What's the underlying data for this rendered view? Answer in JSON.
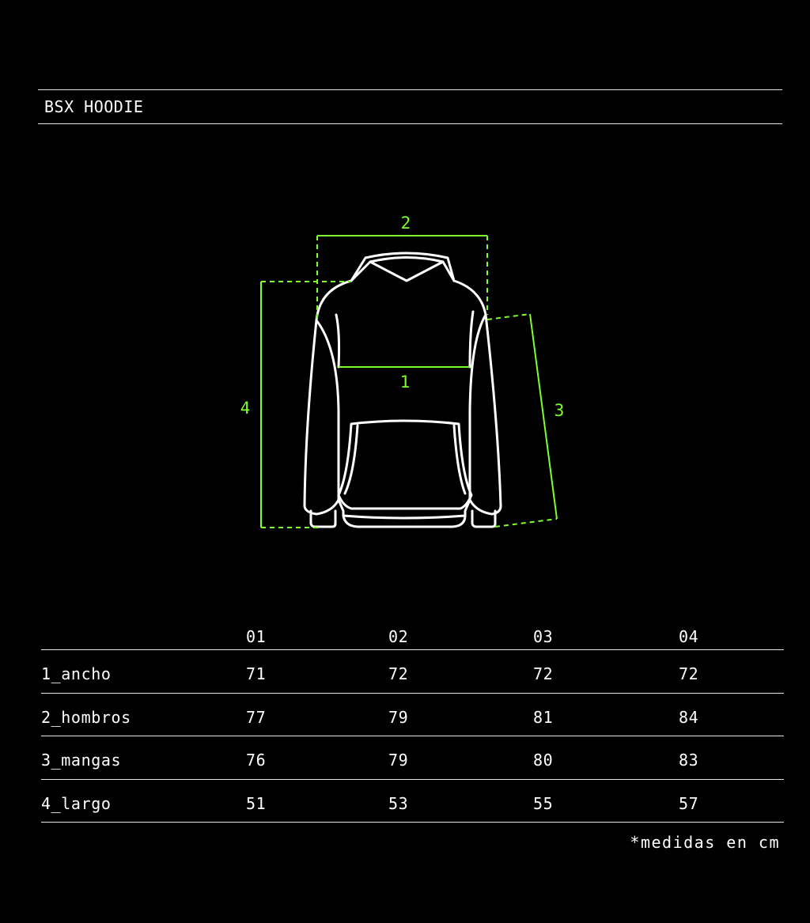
{
  "title": "BSX HOODIE",
  "colors": {
    "background": "#000000",
    "line": "#ffffff",
    "accent": "#7cff2a"
  },
  "diagram": {
    "labels": {
      "chest": "1",
      "shoulders": "2",
      "sleeves": "3",
      "length": "4"
    }
  },
  "size_table": {
    "sizes": [
      "01",
      "02",
      "03",
      "04"
    ],
    "rows": [
      {
        "label": "1_ancho",
        "values": [
          "71",
          "72",
          "72",
          "72"
        ]
      },
      {
        "label": "2_hombros",
        "values": [
          "77",
          "79",
          "81",
          "84"
        ]
      },
      {
        "label": "3_mangas",
        "values": [
          "76",
          "79",
          "80",
          "83"
        ]
      },
      {
        "label": "4_largo",
        "values": [
          "51",
          "53",
          "55",
          "57"
        ]
      }
    ]
  },
  "footnote": "*medidas en cm"
}
